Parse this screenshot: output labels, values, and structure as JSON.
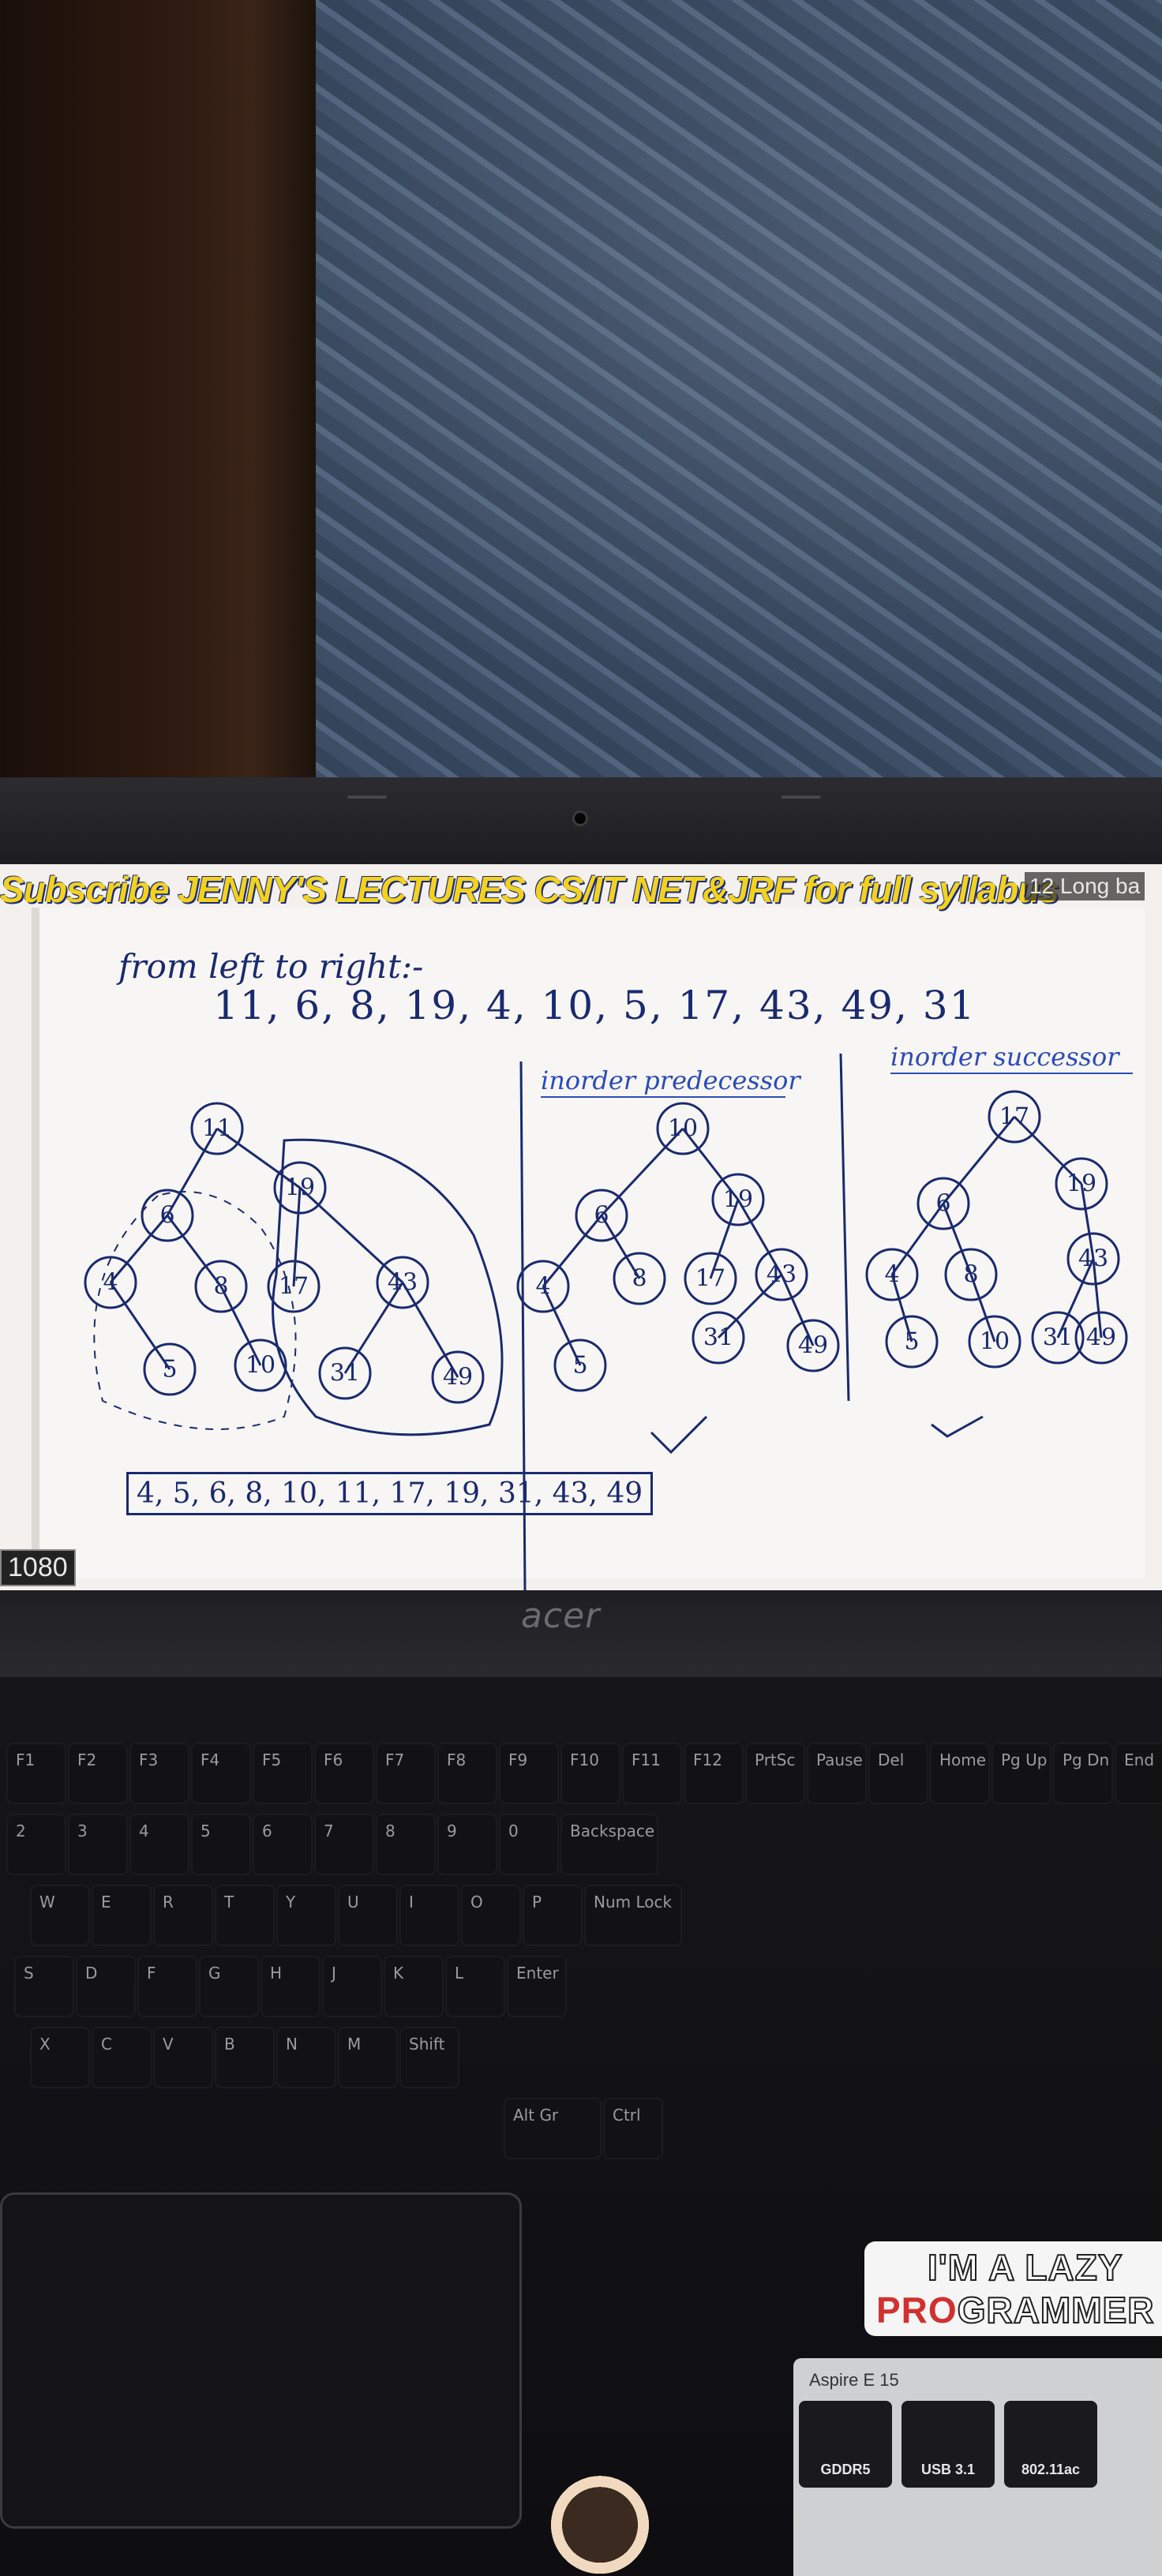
{
  "video": {
    "banner_text": "Subscribe JENNY'S LECTURES CS/IT NET&JRF for full syllabus",
    "quality_badge": "1080",
    "episode_badge": "12  Long ba"
  },
  "whiteboard": {
    "heading": "from left to right:-",
    "sequence": "11, 6, 8, 19, 4, 10, 5, 17, 43, 49, 31",
    "predecessor_label": "inorder predecessor",
    "successor_label": "inorder successor",
    "inorder_result": "4, 5, 6, 8, 10, 11, 17, 19, 31, 43, 49"
  },
  "trees": {
    "original": [
      {
        "id": "n11",
        "label": "11"
      },
      {
        "id": "n6",
        "label": "6"
      },
      {
        "id": "n19",
        "label": "19"
      },
      {
        "id": "n4",
        "label": "4"
      },
      {
        "id": "n8",
        "label": "8"
      },
      {
        "id": "n17",
        "label": "17"
      },
      {
        "id": "n43",
        "label": "43"
      },
      {
        "id": "n5",
        "label": "5"
      },
      {
        "id": "n10",
        "label": "10"
      },
      {
        "id": "n31",
        "label": "31"
      },
      {
        "id": "n49",
        "label": "49"
      }
    ],
    "predecessor": [
      {
        "id": "p10",
        "label": "10"
      },
      {
        "id": "p6",
        "label": "6"
      },
      {
        "id": "p19",
        "label": "19"
      },
      {
        "id": "p4",
        "label": "4"
      },
      {
        "id": "p8",
        "label": "8"
      },
      {
        "id": "p17",
        "label": "17"
      },
      {
        "id": "p43",
        "label": "43"
      },
      {
        "id": "p5",
        "label": "5"
      },
      {
        "id": "p31",
        "label": "31"
      },
      {
        "id": "p49",
        "label": "49"
      }
    ],
    "successor": [
      {
        "id": "s17",
        "label": "17"
      },
      {
        "id": "s6",
        "label": "6"
      },
      {
        "id": "s19",
        "label": "19"
      },
      {
        "id": "s4",
        "label": "4"
      },
      {
        "id": "s8",
        "label": "8"
      },
      {
        "id": "s43",
        "label": "43"
      },
      {
        "id": "s5",
        "label": "5"
      },
      {
        "id": "s10",
        "label": "10"
      },
      {
        "id": "s31",
        "label": "31"
      },
      {
        "id": "s49",
        "label": "49"
      }
    ]
  },
  "laptop": {
    "brand": "acer",
    "keys": [
      "F1",
      "F2",
      "F3",
      "F4",
      "F5",
      "F6",
      "F7",
      "F8",
      "F9",
      "F10",
      "F11",
      "F12",
      "PrtSc",
      "Pause",
      "Del",
      "Home",
      "Pg Up",
      "Pg Dn",
      "End",
      "2",
      "3",
      "4",
      "5",
      "6",
      "7",
      "8",
      "9",
      "0",
      "Backspace",
      "W",
      "E",
      "R",
      "T",
      "Y",
      "U",
      "I",
      "O",
      "P",
      "Num Lock",
      "S",
      "D",
      "F",
      "G",
      "H",
      "J",
      "K",
      "L",
      "Enter",
      "X",
      "C",
      "V",
      "B",
      "N",
      "M",
      "Shift",
      "Alt Gr",
      "Ctrl"
    ],
    "sticker_line_1": "I'M A LAZY",
    "sticker_pro": "PRO",
    "sticker_gram": "GRAMMER",
    "model": "Aspire E 15",
    "spec_tiles": [
      "GDDR5",
      "USB 3.1",
      "802.11ac"
    ]
  }
}
